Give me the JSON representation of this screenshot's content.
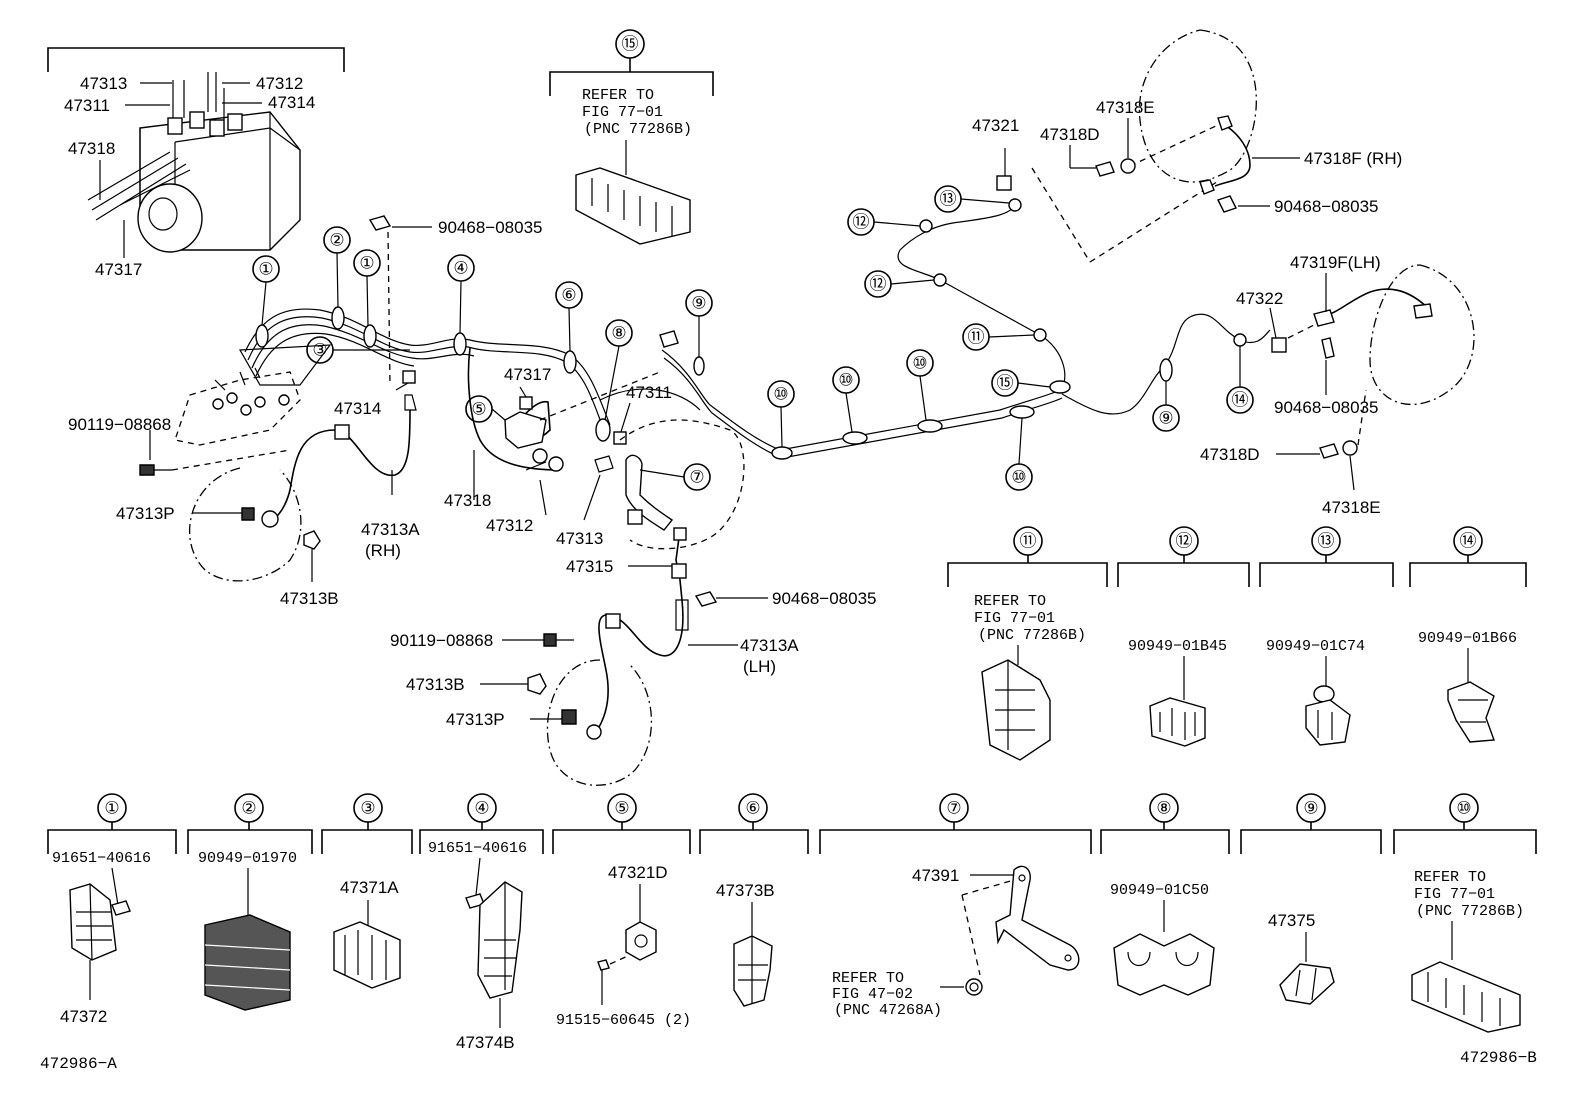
{
  "diagram_id_left": "472986−A",
  "diagram_id_right": "472986−B",
  "callouts": {
    "c1a": "①",
    "c2a": "②",
    "c1b": "①",
    "c3a": "③",
    "c4a": "④",
    "c5a": "⑤",
    "c6a": "⑥",
    "c7a": "⑦",
    "c8a": "⑧",
    "c9a": "⑨",
    "c10a": "⑩",
    "c10b": "⑩",
    "c10c": "⑩",
    "c10d": "⑩",
    "c11a": "⑪",
    "c12a": "⑫",
    "c12b": "⑫",
    "c13a": "⑬",
    "c14a": "⑭",
    "c15a": "⑮",
    "c9b": "⑨"
  },
  "labels": {
    "p47313_top": "47313",
    "p47312_top": "47312",
    "p47311_top": "47311",
    "p47314_top": "47314",
    "p47318_top": "47318",
    "p47317_top": "47317",
    "p90468_a": "90468−08035",
    "p90119_a": "90119−08868",
    "p47314_b": "47314",
    "p47313P_a": "47313P",
    "p47313A_rh": "47313A",
    "rh": "(RH)",
    "p47313B_a": "47313B",
    "p47317_b": "47317",
    "p47311_b": "47311",
    "p47318_b": "47318",
    "p47312_b": "47312",
    "p47313_b": "47313",
    "p47315": "47315",
    "p90468_b": "90468−08035",
    "p90119_b": "90119−08868",
    "p47313A_lh": "47313A",
    "lh": "(LH)",
    "p47313B_b": "47313B",
    "p47313P_b": "47313P",
    "p47321": "47321",
    "p47318D_a": "47318D",
    "p47318E_a": "47318E",
    "p47318F": "47318F (RH)",
    "p90468_c": "90468−08035",
    "p47319F": "47319F(LH)",
    "p47322": "47322",
    "p90468_d": "90468−08035",
    "p47318D_b": "47318D",
    "p47318E_b": "47318E"
  },
  "refer15": {
    "l1": "REFER TO",
    "l2": "FIG 77−01",
    "l3": "(PNC 77286B)"
  },
  "boxes": {
    "b11": {
      "num": "⑪",
      "l1": "REFER TO",
      "l2": "FIG 77−01",
      "l3": "(PNC 77286B)"
    },
    "b12": {
      "num": "⑫",
      "part": "90949−01B45"
    },
    "b13": {
      "num": "⑬",
      "part": "90949−01C74"
    },
    "b14": {
      "num": "⑭",
      "part": "90949−01B66"
    },
    "b1": {
      "num": "①",
      "part_a": "91651−40616",
      "part_b": "47372"
    },
    "b2": {
      "num": "②",
      "part": "90949−01970"
    },
    "b3": {
      "num": "③",
      "part": "47371A"
    },
    "b4": {
      "num": "④",
      "part_a": "91651−40616",
      "part_b": "47374B"
    },
    "b5": {
      "num": "⑤",
      "part_a": "47321D",
      "part_b": "91515−60645 (2)"
    },
    "b6": {
      "num": "⑥",
      "part": "47373B"
    },
    "b7": {
      "num": "⑦",
      "part": "47391",
      "l1": "REFER TO",
      "l2": "FIG 47−02",
      "l3": "(PNC 47268A)"
    },
    "b8": {
      "num": "⑧",
      "part": "90949−01C50"
    },
    "b9": {
      "num": "⑨",
      "part": "47375"
    },
    "b10": {
      "num": "⑩",
      "l1": "REFER TO",
      "l2": "FIG 77−01",
      "l3": "(PNC 77286B)"
    }
  }
}
